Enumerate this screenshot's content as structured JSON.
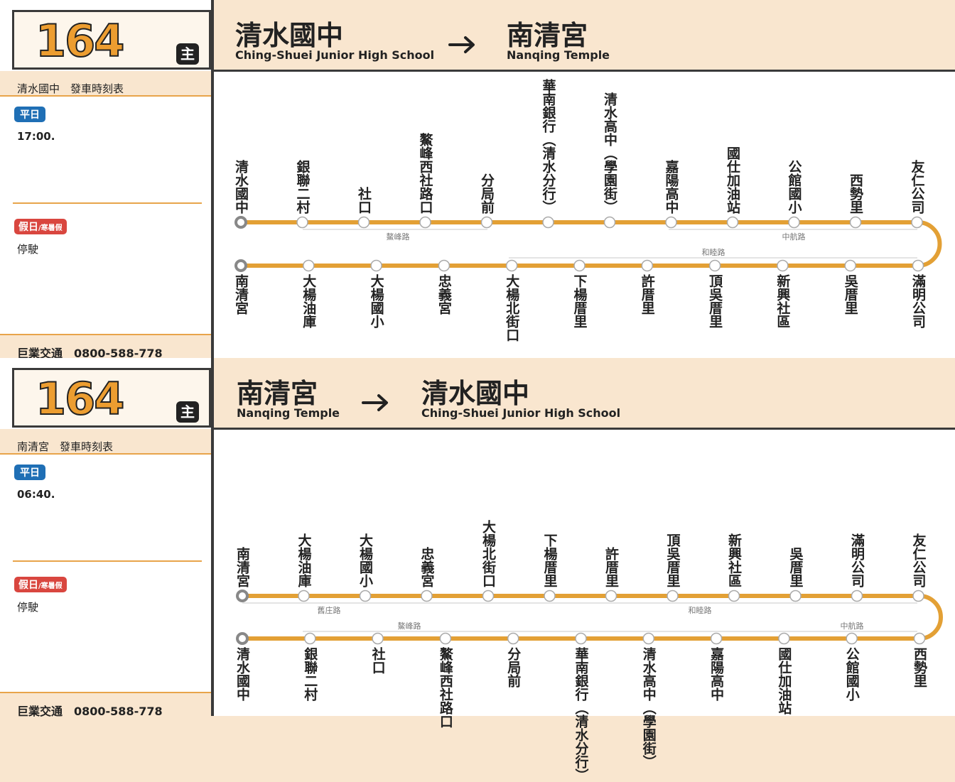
{
  "colors": {
    "route_line": "#e3a035",
    "route_number": "#ec9d30",
    "weekday_badge": "#1f6fb5",
    "holiday_badge": "#d9463f",
    "panel_bg": "#f9e6cf"
  },
  "panels": [
    {
      "route_number": "164",
      "route_type": "主",
      "origin": {
        "zh": "清水國中",
        "en": "Ching-Shuei Junior High School"
      },
      "destination": {
        "zh": "南清宮",
        "en": "Nanqing Temple"
      },
      "timetable_title": "清水國中　發車時刻表",
      "weekday_label": "平日",
      "weekday_times": "17:00.",
      "holiday_label": "假日",
      "holiday_sub": "/寒暑假",
      "holiday_times": "停駛",
      "company": "巨業交通　0800-588-778",
      "top_stops": [
        "清水國中",
        "銀聯二村",
        "社口",
        "鰲峰西社路口",
        "分局前",
        "華南銀行（清水分行）",
        "清水高中（學園街）",
        "嘉陽高中",
        "國仕加油站",
        "公館國小",
        "西勢里",
        "友仁公司"
      ],
      "bottom_stops": [
        "南清宮",
        "大楊油庫",
        "大楊國小",
        "忠義宮",
        "大楊北街口",
        "下楊厝里",
        "許厝里",
        "頂吳厝里",
        "新興社區",
        "吳厝里",
        "滿明公司"
      ],
      "roads_top": [
        "鰲峰路",
        "中航路"
      ],
      "roads_bottom": [
        "和睦路"
      ]
    },
    {
      "route_number": "164",
      "route_type": "主",
      "origin": {
        "zh": "南清宮",
        "en": "Nanqing Temple"
      },
      "destination": {
        "zh": "清水國中",
        "en": "Ching-Shuei Junior High School"
      },
      "timetable_title": "南清宮　發車時刻表",
      "weekday_label": "平日",
      "weekday_times": "06:40.",
      "holiday_label": "假日",
      "holiday_sub": "/寒暑假",
      "holiday_times": "停駛",
      "company": "巨業交通　0800-588-778",
      "top_stops": [
        "南清宮",
        "大楊油庫",
        "大楊國小",
        "忠義宮",
        "大楊北街口",
        "下楊厝里",
        "許厝里",
        "頂吳厝里",
        "新興社區",
        "吳厝里",
        "滿明公司",
        "友仁公司"
      ],
      "bottom_stops": [
        "清水國中",
        "銀聯二村",
        "社口",
        "鰲峰西社路口",
        "分局前",
        "華南銀行（清水分行）",
        "清水高中（學園街）",
        "嘉陽高中",
        "國仕加油站",
        "公館國小",
        "西勢里"
      ],
      "roads_top": [
        "舊庄路",
        "和睦路"
      ],
      "roads_bottom": [
        "鰲峰路",
        "中航路"
      ]
    }
  ]
}
